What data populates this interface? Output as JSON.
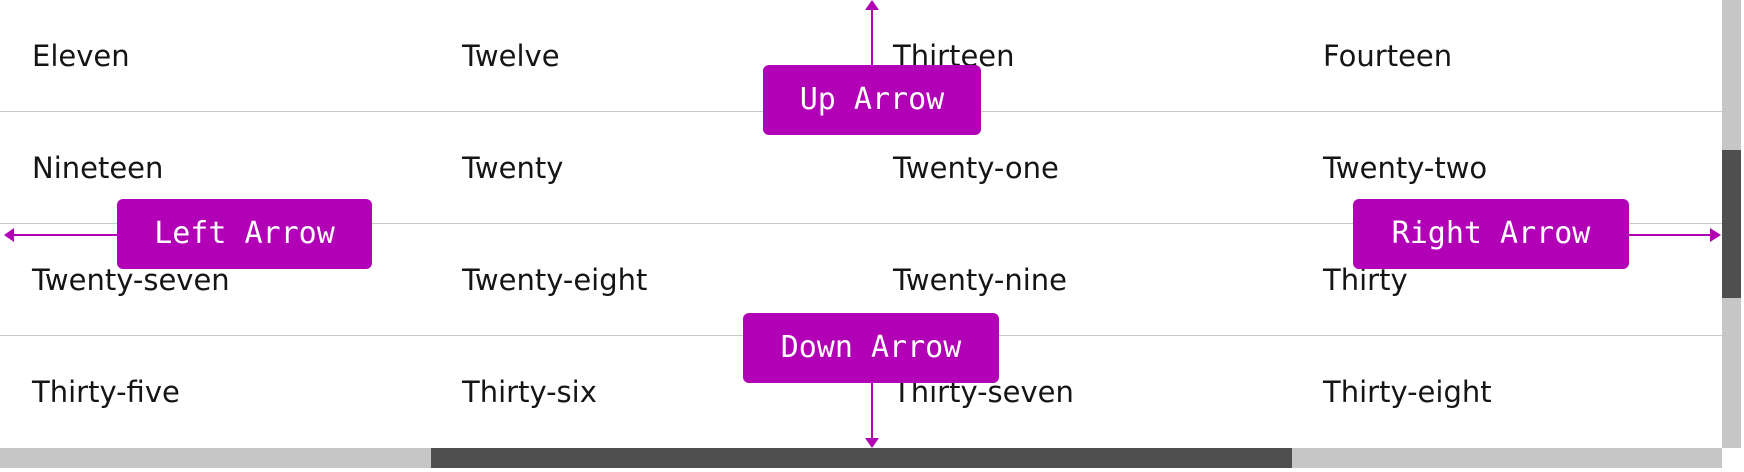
{
  "grid": {
    "rows": [
      [
        "Eleven",
        "Twelve",
        "Thirteen",
        "Fourteen"
      ],
      [
        "Nineteen",
        "Twenty",
        "Twenty-one",
        "Twenty-two"
      ],
      [
        "Twenty-seven",
        "Twenty-eight",
        "Twenty-nine",
        "Thirty"
      ],
      [
        "Thirty-five",
        "Thirty-six",
        "Thirty-seven",
        "Thirty-eight"
      ]
    ]
  },
  "keys": {
    "up": "Up Arrow",
    "left": "Left Arrow",
    "right": "Right Arrow",
    "down": "Down Arrow"
  },
  "colors": {
    "accent": "#b100b5",
    "text": "#151515",
    "divider": "#c8c8c8",
    "scroll_track": "#c6c6c6",
    "scroll_thumb": "#4f4f4f"
  },
  "icons": {
    "up": "arrow-up-icon",
    "left": "arrow-left-icon",
    "right": "arrow-right-icon",
    "down": "arrow-down-icon"
  }
}
